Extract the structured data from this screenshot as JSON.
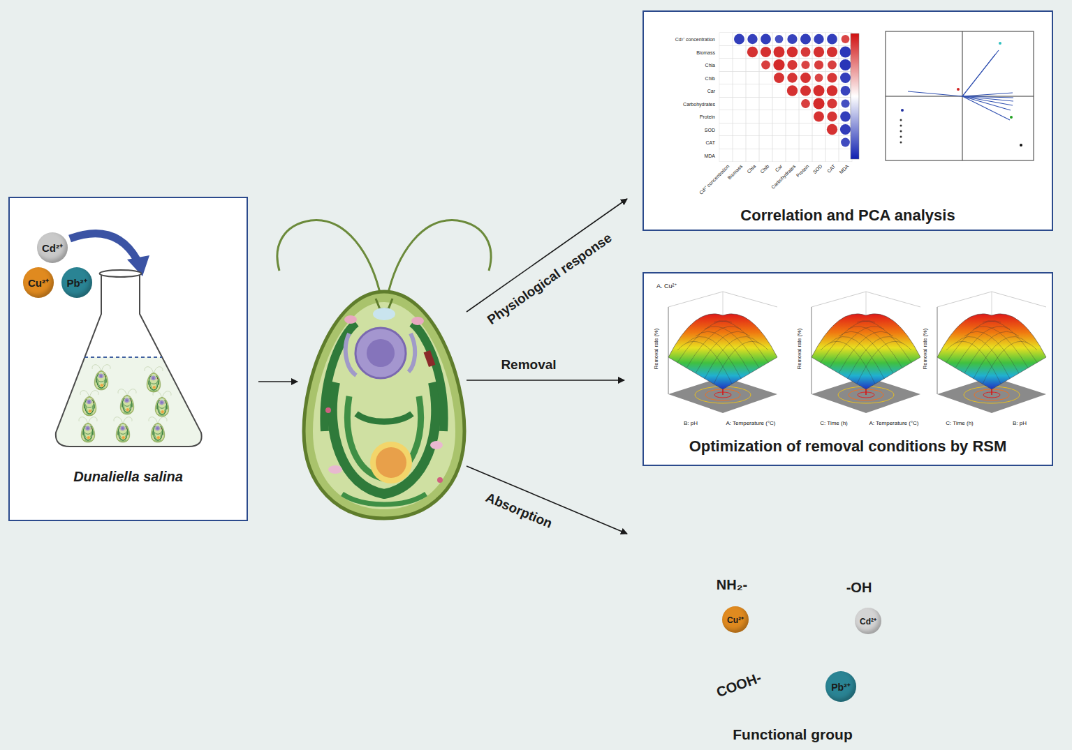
{
  "diagram": {
    "nodes": [
      {
        "text": [
          "Dunaliella salina"
        ]
      },
      {
        "text": [
          "Cd²⁺"
        ],
        "in": 0
      },
      {
        "text": [
          "Cu²⁺"
        ],
        "in": 0
      },
      {
        "text": [
          "Pb²⁺"
        ],
        "in": 0
      },
      {
        "text": [
          "Correlation and PCA analysis"
        ]
      },
      {
        "text": [
          "Optimization of removal conditions by RSM"
        ]
      },
      {
        "text": [
          "Cu²⁺"
        ]
      },
      {
        "text": [
          "Cd²⁺"
        ]
      },
      {
        "text": [
          "Pb²⁺"
        ]
      }
    ],
    "labels": [
      "Physiological response",
      "Removal",
      "Absorption",
      "Cd²⁺ concentration",
      "Biomass",
      "Chla",
      "Chlb",
      "Car",
      "Carbohydrates",
      "Protein",
      "SOD",
      "CAT",
      "MDA",
      "Cd²⁺ concentration",
      "Biomass",
      "Chla",
      "Chlb",
      "Car",
      "Carbohydrates",
      "Protein",
      "SOD",
      "CAT",
      "MDA",
      "A. Cu²⁺",
      "Removal rate (%)",
      "B: pH",
      "A: Temperature (°C)",
      "Removal rate (%)",
      "C: Time (h)",
      "A: Temperature (°C)",
      "Removal rate (%)",
      "C: Time (h)",
      "B: pH",
      "NH₂-",
      "-OH",
      "COOH-",
      "Functional group"
    ]
  }
}
